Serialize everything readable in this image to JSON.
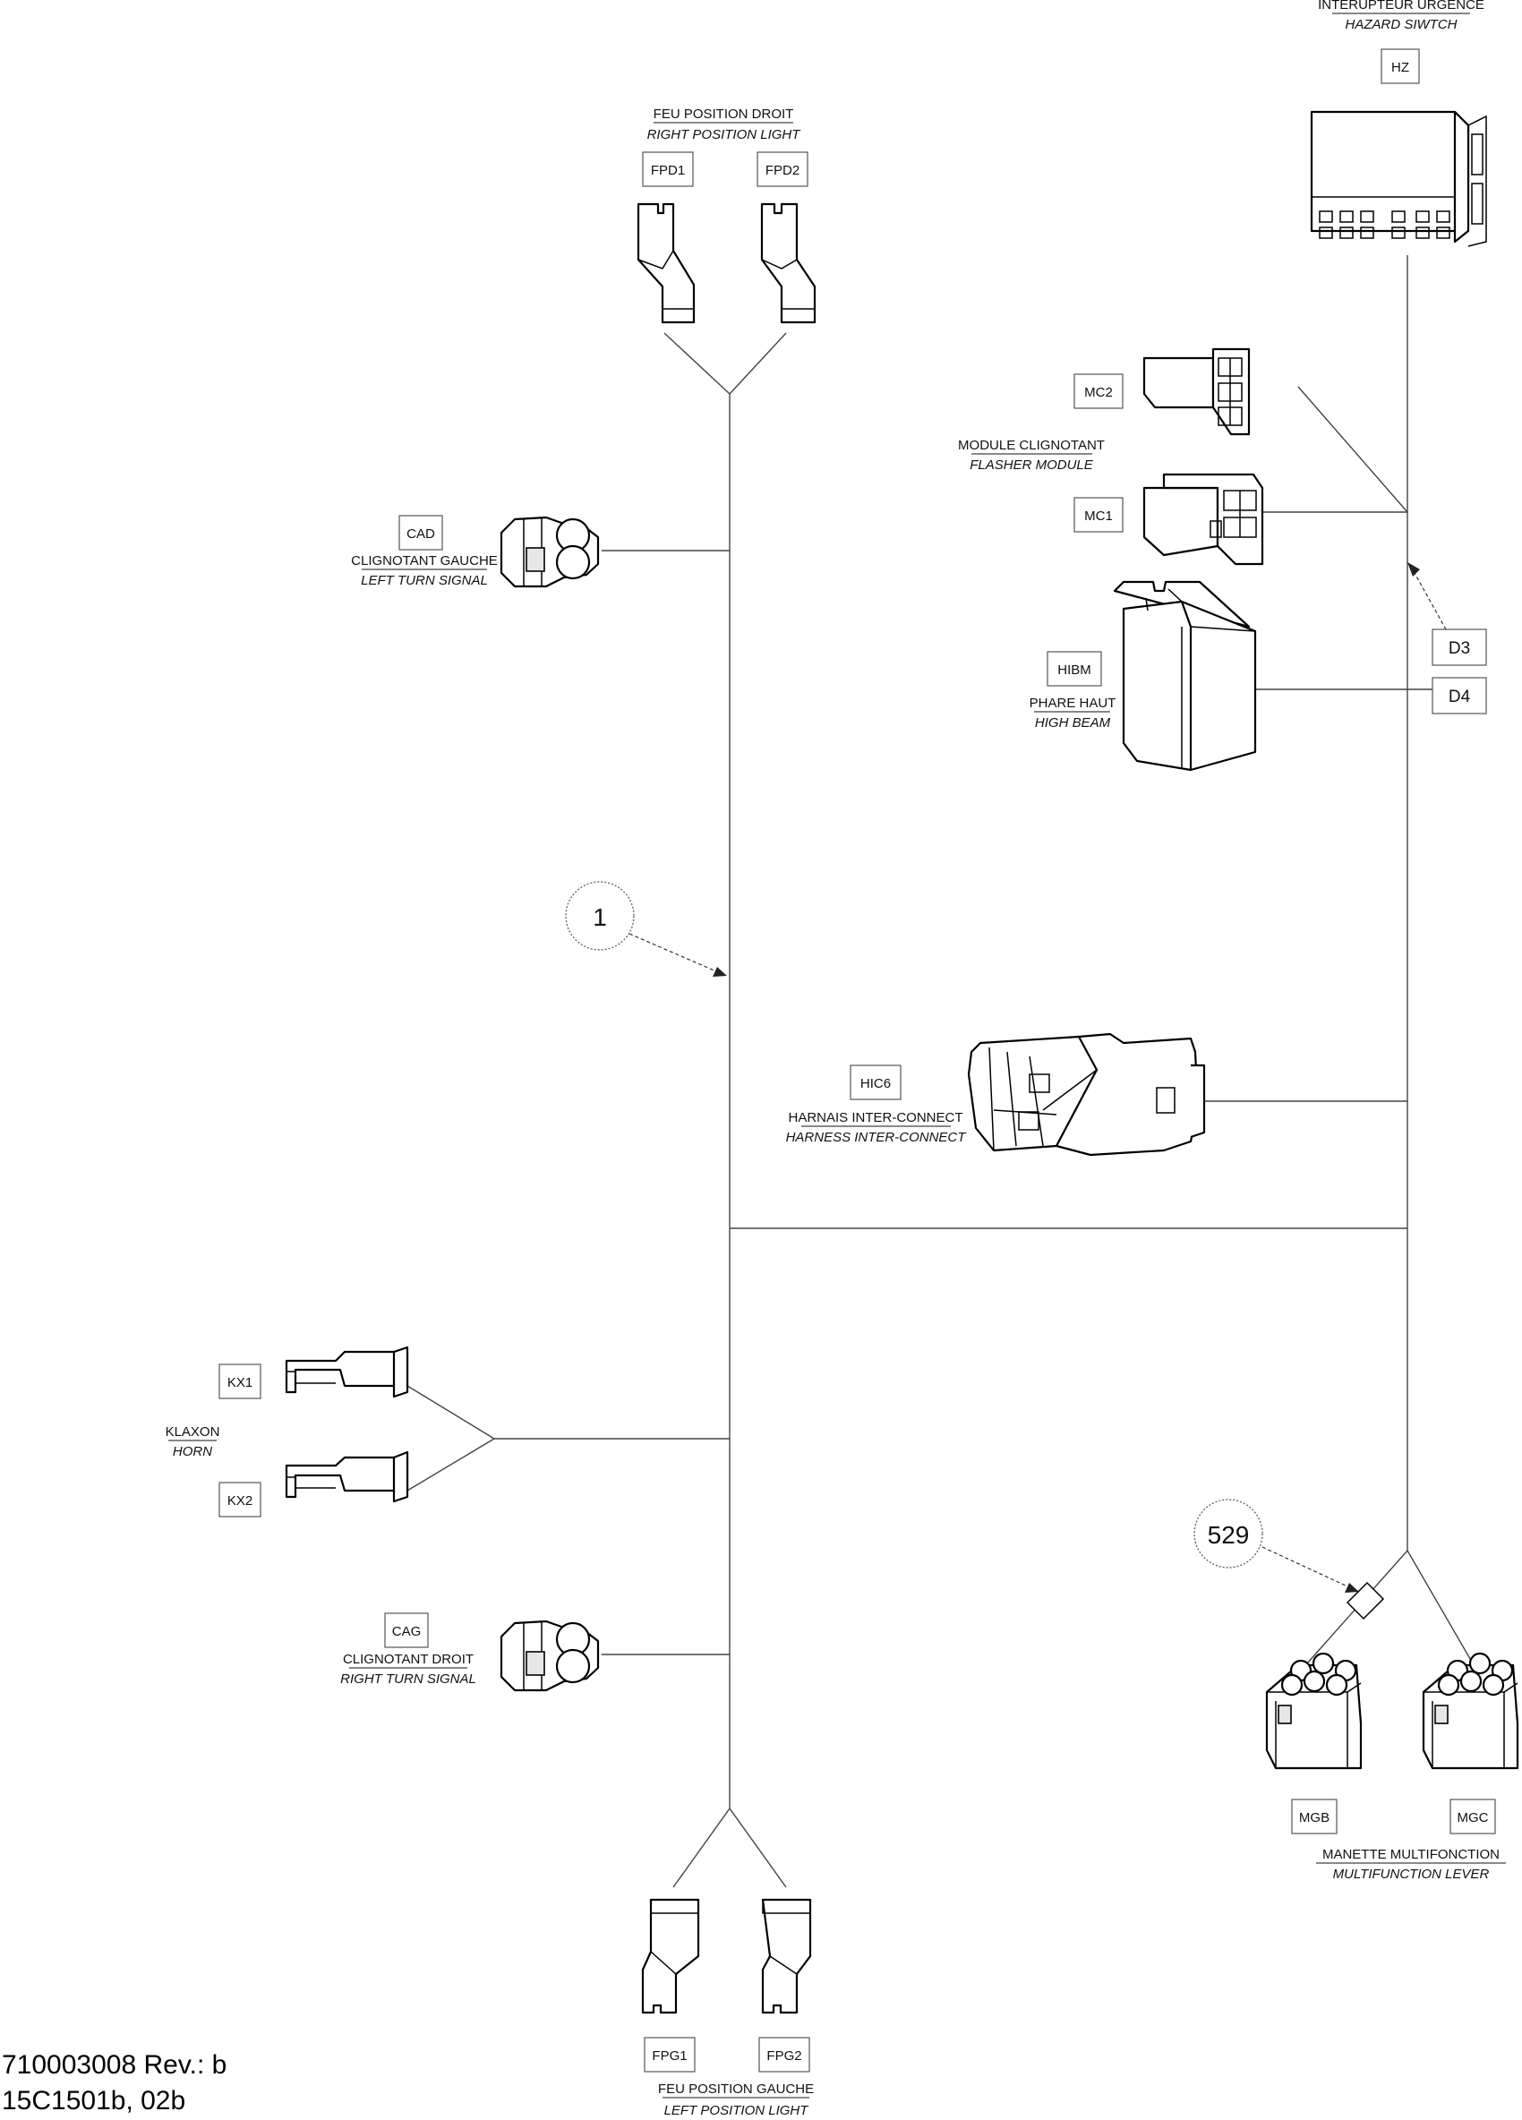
{
  "components": {
    "hazard_switch": {
      "fr": "INTERUPTEUR URGENCE",
      "en": "HAZARD SIWTCH",
      "codes": [
        "HZ"
      ]
    },
    "right_position_light": {
      "fr": "FEU POSITION DROIT",
      "en": "RIGHT POSITION LIGHT",
      "codes": [
        "FPD1",
        "FPD2"
      ]
    },
    "flasher_module": {
      "fr": "MODULE CLIGNOTANT",
      "en": "FLASHER MODULE",
      "codes": [
        "MC2",
        "MC1"
      ]
    },
    "left_turn_signal": {
      "fr": "CLIGNOTANT GAUCHE",
      "en": "LEFT TURN SIGNAL",
      "codes": [
        "CAD"
      ]
    },
    "high_beam": {
      "fr": "PHARE HAUT",
      "en": "HIGH BEAM",
      "codes": [
        "HIBM"
      ]
    },
    "harness_interconnect": {
      "fr": "HARNAIS INTER-CONNECT",
      "en": "HARNESS INTER-CONNECT",
      "codes": [
        "HIC6"
      ]
    },
    "horn": {
      "fr": "KLAXON",
      "en": "HORN",
      "codes": [
        "KX1",
        "KX2"
      ]
    },
    "right_turn_signal": {
      "fr": "CLIGNOTANT DROIT",
      "en": "RIGHT TURN SIGNAL",
      "codes": [
        "CAG"
      ]
    },
    "multifunction_lever": {
      "fr": "MANETTE MULTIFONCTION",
      "en": "MULTIFUNCTION LEVER",
      "codes": [
        "MGB",
        "MGC"
      ]
    },
    "left_position_light": {
      "fr": "FEU POSITION GAUCHE",
      "en": "LEFT POSITION LIGHT",
      "codes": [
        "FPG1",
        "FPG2"
      ]
    }
  },
  "references": [
    "D3",
    "D4"
  ],
  "callouts": [
    "1",
    "529"
  ],
  "document": {
    "part_number": "710003008 Rev.: b",
    "figure_id": "15C1501b, 02b"
  }
}
